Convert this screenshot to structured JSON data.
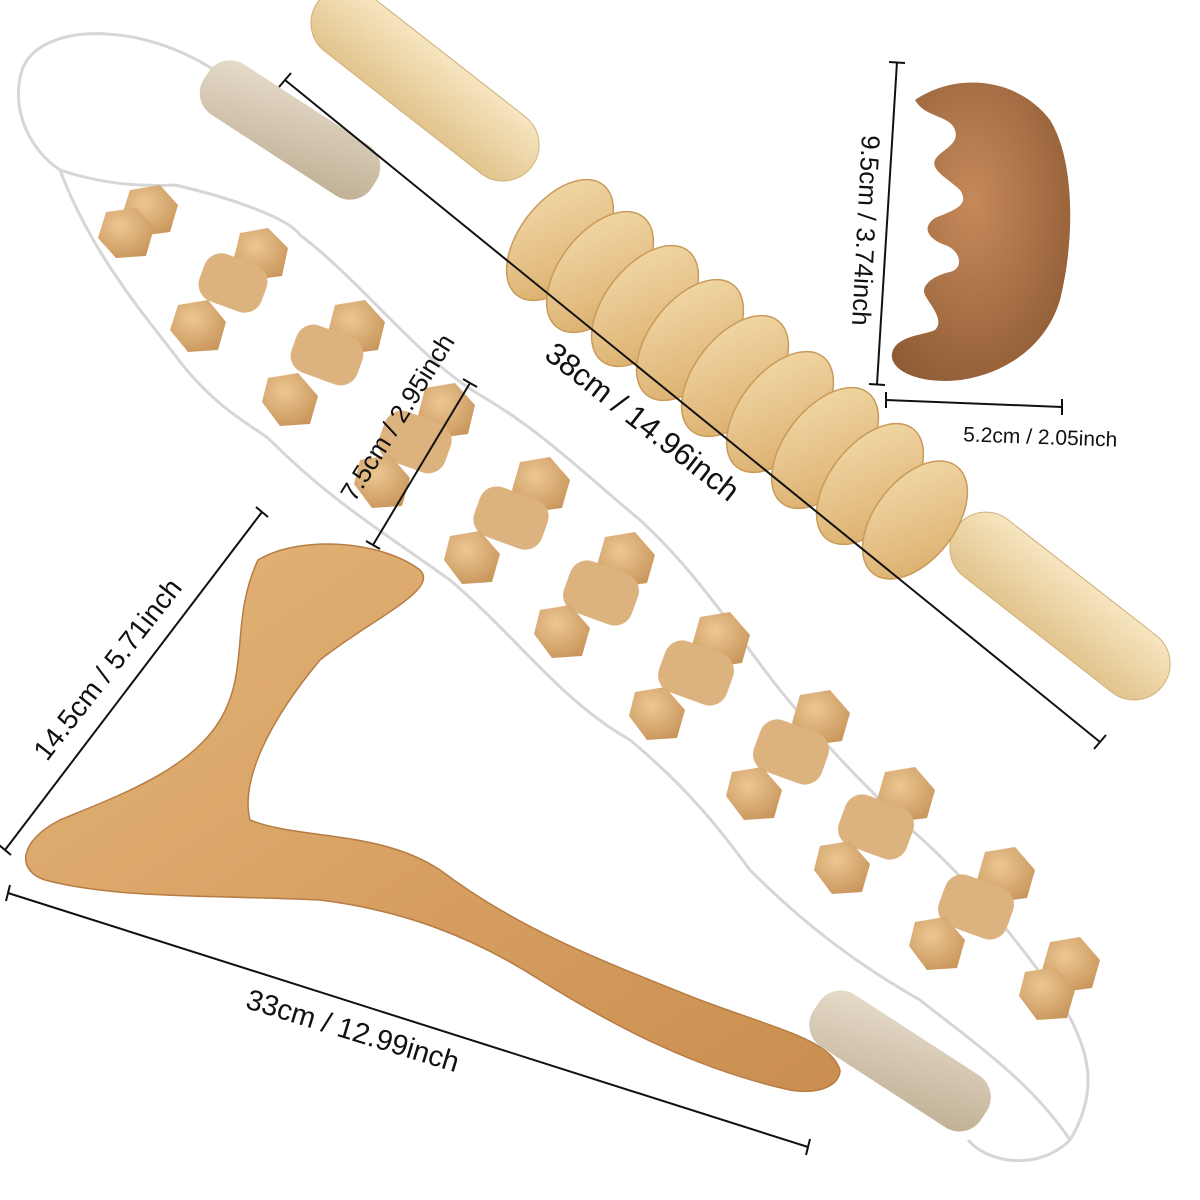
{
  "dimensions": {
    "roller_length": "38cm / 14.96inch",
    "comb_height": "9.5cm / 3.74inch",
    "comb_width": "5.2cm / 2.05inch",
    "bead_width": "7.5cm / 2.95inch",
    "board_height": "14.5cm / 5.71inch",
    "board_length": "33cm / 12.99inch"
  },
  "colors": {
    "roller_wood": "#e9c894",
    "comb_wood": "#b07a4f",
    "board_wood": "#d9a86a",
    "bead_wood": "#dcb27e",
    "cord": "#d7d7d7",
    "handle_grey": "#d8cbb6",
    "dimension_line": "#111111"
  }
}
